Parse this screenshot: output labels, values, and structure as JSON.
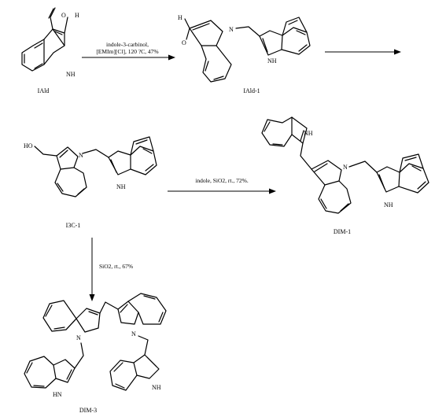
{
  "compounds": {
    "iald": {
      "label": "IAld"
    },
    "iald1": {
      "label": "IAld-1"
    },
    "i3c1": {
      "label": "I3C-1"
    },
    "dim1": {
      "label": "DIM-1"
    },
    "dim3": {
      "label": "DIM-3"
    }
  },
  "reactions": {
    "r1": {
      "line1": "indole-3-carbinol,",
      "line2": "[EMIm][Cl], 120 ?C, 47%"
    },
    "r2": {
      "line1": ""
    },
    "r3": {
      "line1": "indole, SiO2, rt., 72%."
    },
    "r4": {
      "line1": "SiO2, rt., 67%"
    }
  },
  "atoms": {
    "nh": "NH",
    "hn": "HN",
    "n": "N",
    "h": "H",
    "o": "O",
    "ho": "HO"
  }
}
